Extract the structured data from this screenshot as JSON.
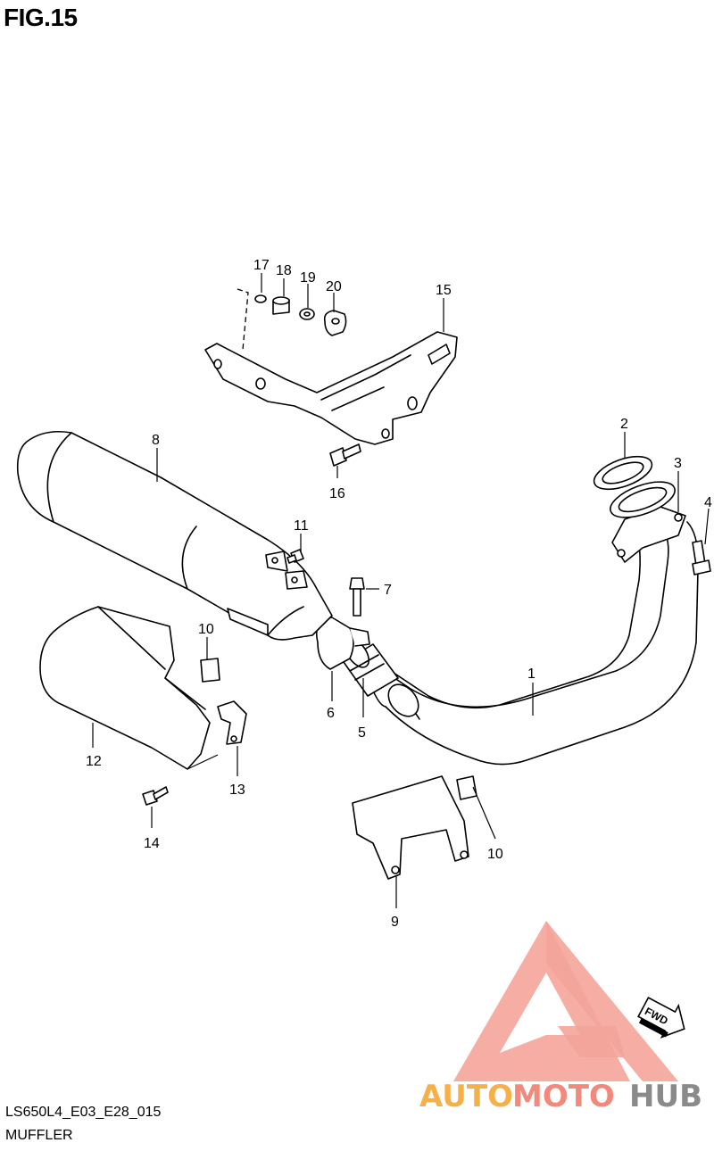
{
  "figure": {
    "title": "FIG.15",
    "code": "LS650L4_E03_E28_015",
    "section": "MUFFLER"
  },
  "callouts": [
    {
      "id": "c1",
      "text": "1"
    },
    {
      "id": "c2",
      "text": "2"
    },
    {
      "id": "c3",
      "text": "3"
    },
    {
      "id": "c4",
      "text": "4"
    },
    {
      "id": "c5",
      "text": "5"
    },
    {
      "id": "c6",
      "text": "6"
    },
    {
      "id": "c7",
      "text": "7"
    },
    {
      "id": "c8",
      "text": "8"
    },
    {
      "id": "c9",
      "text": "9"
    },
    {
      "id": "c10a",
      "text": "10"
    },
    {
      "id": "c10b",
      "text": "10"
    },
    {
      "id": "c11",
      "text": "11"
    },
    {
      "id": "c12",
      "text": "12"
    },
    {
      "id": "c13",
      "text": "13"
    },
    {
      "id": "c14",
      "text": "14"
    },
    {
      "id": "c15",
      "text": "15"
    },
    {
      "id": "c16",
      "text": "16"
    },
    {
      "id": "c17",
      "text": "17"
    },
    {
      "id": "c18",
      "text": "18"
    },
    {
      "id": "c19",
      "text": "19"
    },
    {
      "id": "c20",
      "text": "20"
    }
  ],
  "fwd_label": "FWD",
  "watermark": {
    "part1": "AUTO",
    "part2": "MOTO",
    "part3": "HUB",
    "color1": "#f6b04a",
    "color2": "#f18a7d",
    "color3": "#8a8a8a"
  }
}
